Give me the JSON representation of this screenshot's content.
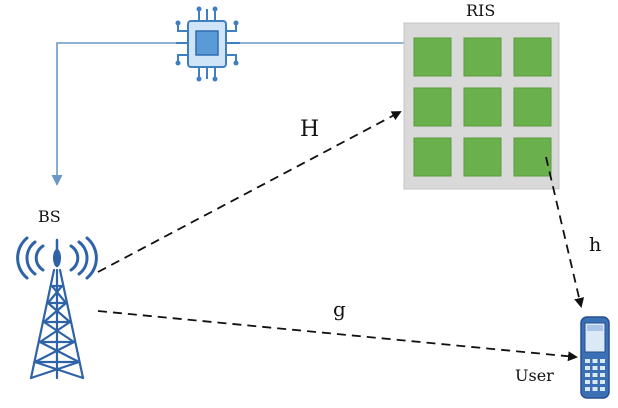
{
  "labels": {
    "ris": "RIS",
    "bs": "BS",
    "user": "User",
    "channel_bs_ris": "H",
    "channel_ris_user": "h",
    "channel_bs_user": "g"
  },
  "icons": {
    "controller": "microchip-icon",
    "bs": "cell-tower-icon",
    "user": "mobile-phone-icon"
  },
  "ris_grid": {
    "rows": 3,
    "cols": 3
  },
  "colors": {
    "ris_panel": "#d9d9d9",
    "ris_element": "#6ab04c",
    "control_line": "#6a97c9",
    "tower": "#2f63a7",
    "phone": "#3b6fb6",
    "link": "#111111"
  }
}
